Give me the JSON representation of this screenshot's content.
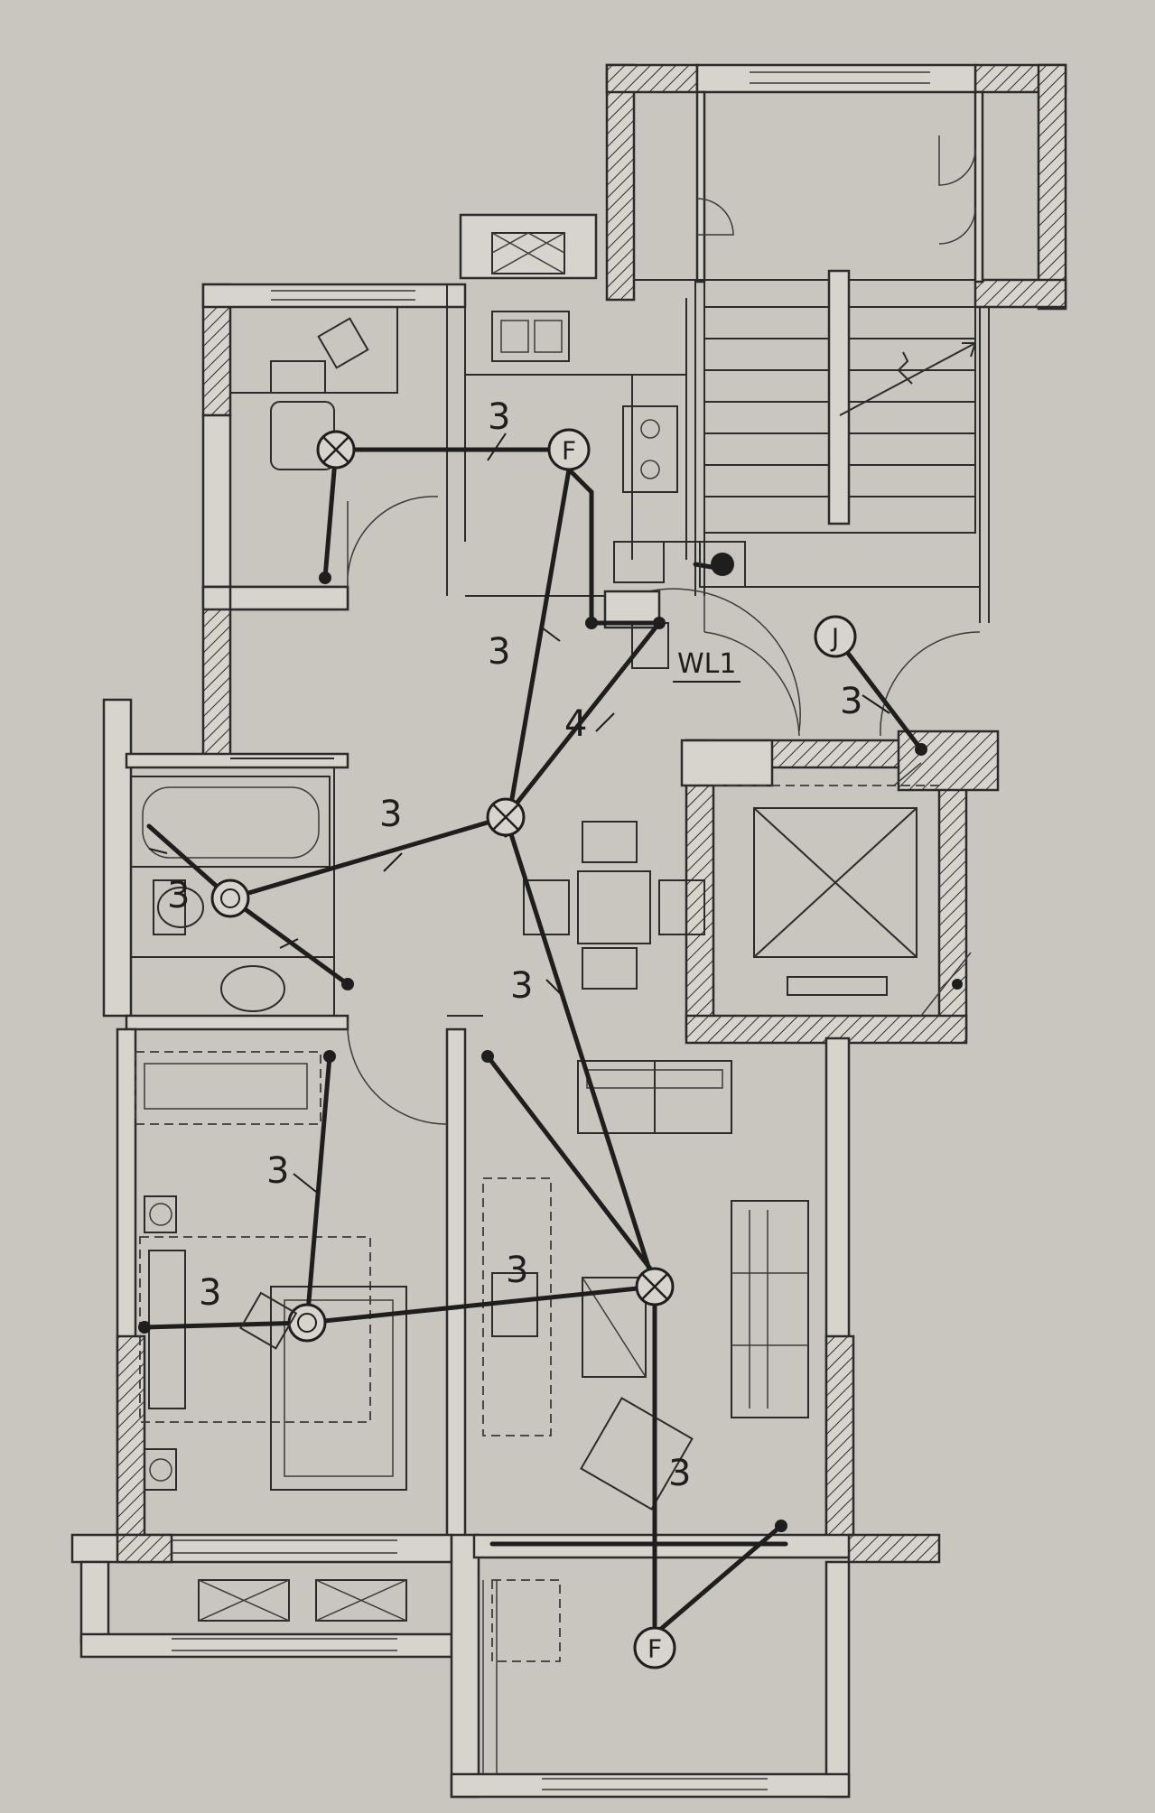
{
  "plan": {
    "wire_count_labels": [
      "3",
      "3",
      "3",
      "4",
      "3",
      "3",
      "3",
      "3",
      "3",
      "3",
      "3"
    ],
    "panel_label": "WL1",
    "symbols": {
      "fan_top": "F",
      "fan_bottom": "F",
      "junction": "J"
    }
  }
}
